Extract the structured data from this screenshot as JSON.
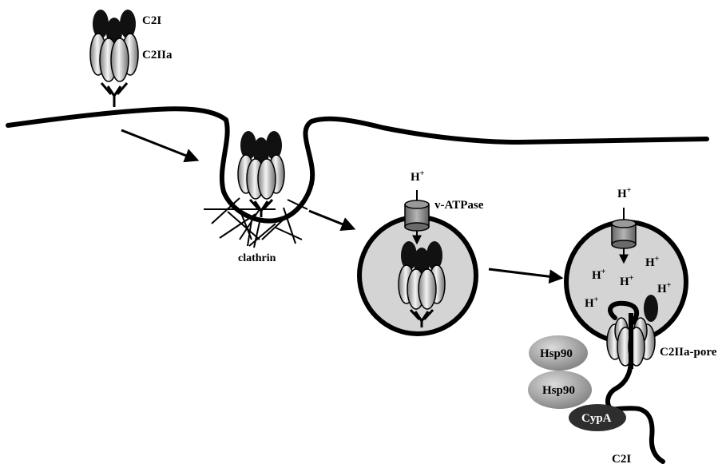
{
  "labels": {
    "c2i": "C2I",
    "c2iia": "C2IIa",
    "clathrin": "clathrin",
    "vatpase": "v-ATPase",
    "proton": "H",
    "proton_charge": "+",
    "pore": "C2IIa-pore",
    "hsp90": "Hsp90",
    "cypa": "CypA",
    "c2i_bottom": "C2I"
  },
  "colors": {
    "membrane": "#000000",
    "vesicle_fill": "#d4d4d4",
    "dark_subunit": "#111111",
    "light_subunit": "#c8c8c8",
    "hsp90": "#a8a8a8",
    "cypa": "#2e2e2e",
    "pump": "#8a8a8a"
  },
  "icons": {
    "toxin_complex": "heptamer-with-c2i-icon",
    "pump": "cylinder-pump-icon",
    "arrow": "flow-arrow-icon"
  }
}
